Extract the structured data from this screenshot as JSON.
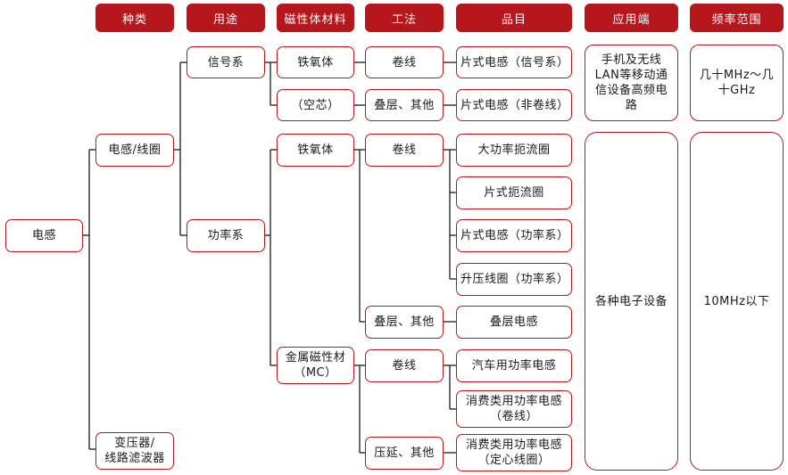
{
  "headers": {
    "type": "种类",
    "usage": "用途",
    "material": "磁性体材料",
    "method": "工法",
    "product": "品目",
    "application": "应用端",
    "frequency": "频率范围"
  },
  "nodes": {
    "inductor": "电感",
    "inductor_coil": "电感/线圈",
    "transformer": "变压器/\n线路滤波器",
    "signal": "信号系",
    "power": "功率系",
    "ferrite_1": "铁氧体",
    "air_core": "（空芯）",
    "ferrite_2": "铁氧体",
    "metal_mc": "金属磁性材\n（MC）",
    "winding_1": "卷线",
    "laminated_1": "叠层、其他",
    "winding_2": "卷线",
    "laminated_2": "叠层、其他",
    "winding_3": "卷线",
    "pressed": "压延、其他",
    "chip_signal": "片式电感（信号系）",
    "chip_non_wound": "片式电感（非卷线）",
    "high_power_choke": "大功率扼流圈",
    "chip_choke": "片式扼流圈",
    "chip_power": "片式电感（功率系）",
    "boost_coil": "升压线圈（功率系）",
    "laminated_inductor": "叠层电感",
    "auto_power": "汽车用功率电感",
    "consumer_wound": "消费类用功率电感\n（卷线）",
    "consumer_fixed": "消费类用功率电感\n（定心线圈）"
  },
  "applications": {
    "mobile": "手机及无线\nLAN等移动通\n信设备高频电\n路",
    "all": "各种电子设备"
  },
  "frequencies": {
    "high": "几十MHz～几\n十GHz",
    "low": "10MHz以下"
  },
  "colors": {
    "accent": "#b5171c",
    "line": "#1a1a1a"
  }
}
